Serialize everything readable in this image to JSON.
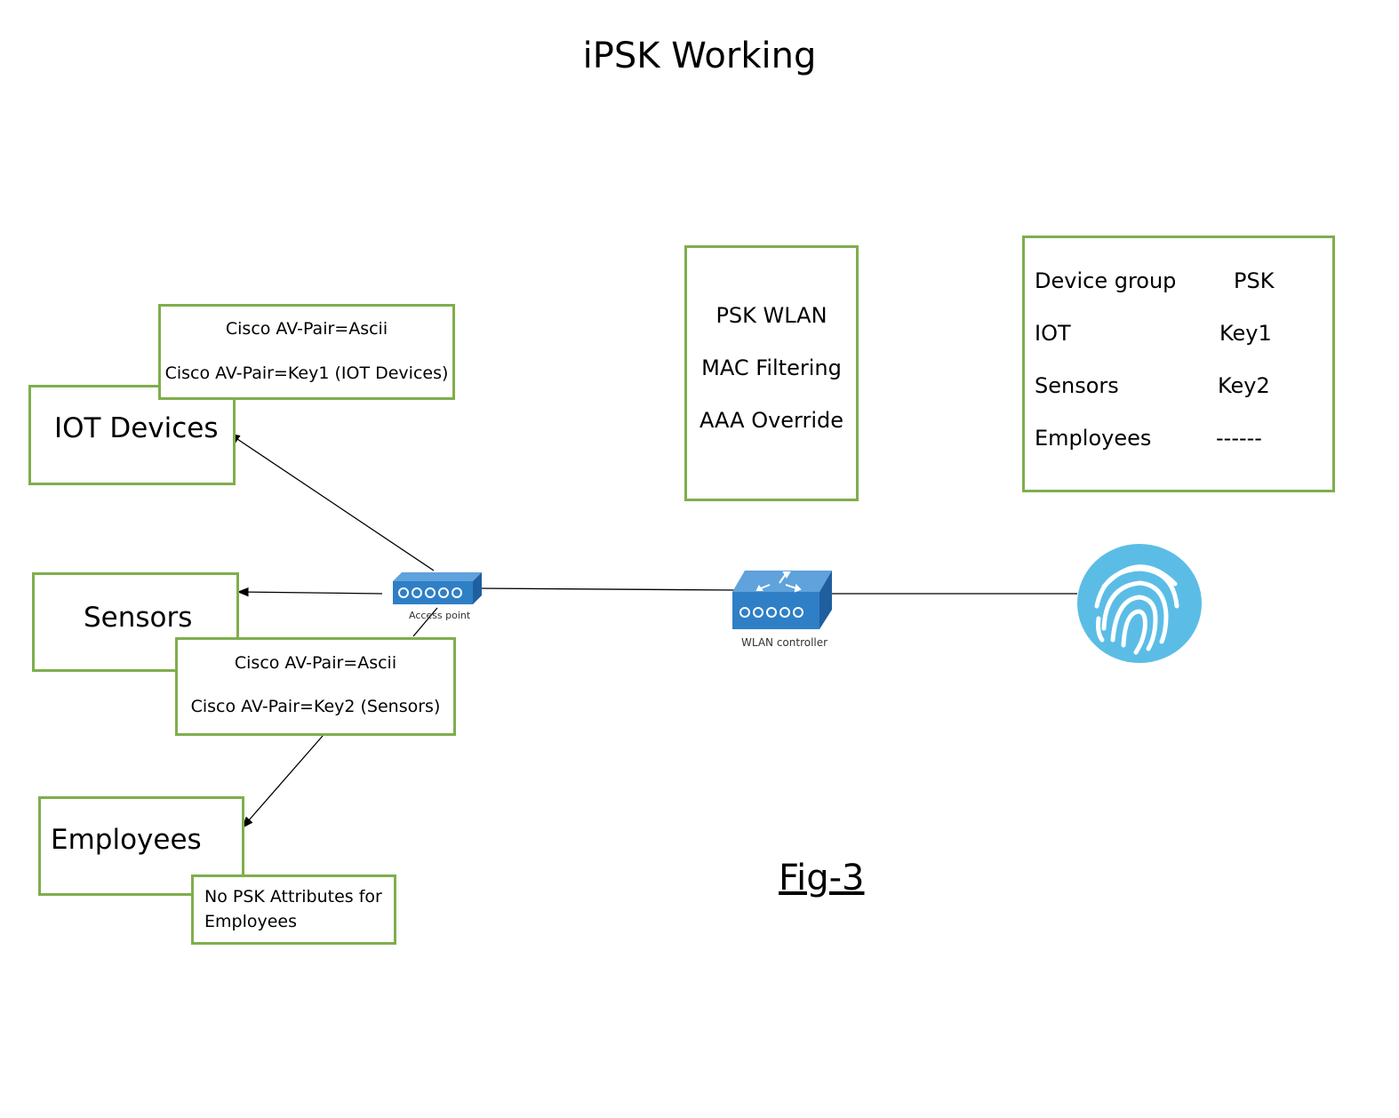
{
  "title": "iPSK Working",
  "figure_label": "Fig-3",
  "groups": {
    "iot": "IOT Devices",
    "sensors": "Sensors",
    "employees": "Employees"
  },
  "attributes": {
    "iot_line1": "Cisco AV-Pair=Ascii",
    "iot_line2": "Cisco AV-Pair=Key1 (IOT Devices)",
    "sensors_line1": "Cisco AV-Pair=Ascii",
    "sensors_line2": "Cisco AV-Pair=Key2 (Sensors)",
    "employees_line1": "No PSK Attributes for",
    "employees_line2": "Employees"
  },
  "wlan_settings": [
    "PSK WLAN",
    "MAC Filtering",
    "AAA Override"
  ],
  "psk_table": {
    "headers": [
      "Device group",
      "PSK"
    ],
    "rows": [
      [
        "IOT",
        "Key1"
      ],
      [
        "Sensors",
        "Key2"
      ],
      [
        "Employees",
        "------"
      ]
    ]
  },
  "devices": {
    "access_point": "Access point",
    "wlan_controller": "WLAN controller"
  },
  "icons": {
    "access_point": "access-point-icon",
    "wlan_controller": "wlan-controller-icon",
    "auth_server": "fingerprint-icon"
  },
  "colors": {
    "box_border": "#7fae4c",
    "device_blue": "#2f7fc6",
    "fingerprint_blue": "#5bbde6"
  }
}
